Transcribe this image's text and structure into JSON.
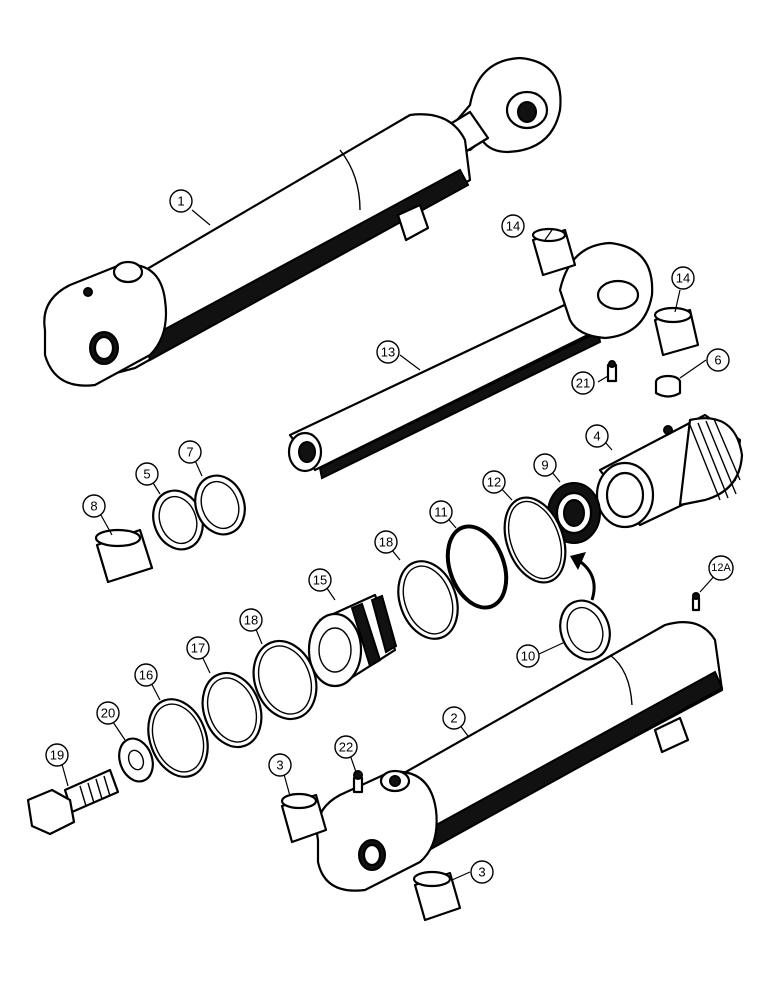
{
  "callouts": {
    "c1": "1",
    "c2": "2",
    "c3a": "3",
    "c3b": "3",
    "c4": "4",
    "c5": "5",
    "c6": "6",
    "c7": "7",
    "c8": "8",
    "c9": "9",
    "c10": "10",
    "c11": "11",
    "c12": "12",
    "c12a": "12A",
    "c13": "13",
    "c14a": "14",
    "c14b": "14",
    "c15": "15",
    "c16": "16",
    "c17": "17",
    "c18a": "18",
    "c18b": "18",
    "c19": "19",
    "c20": "20",
    "c21": "21",
    "c22": "22"
  }
}
